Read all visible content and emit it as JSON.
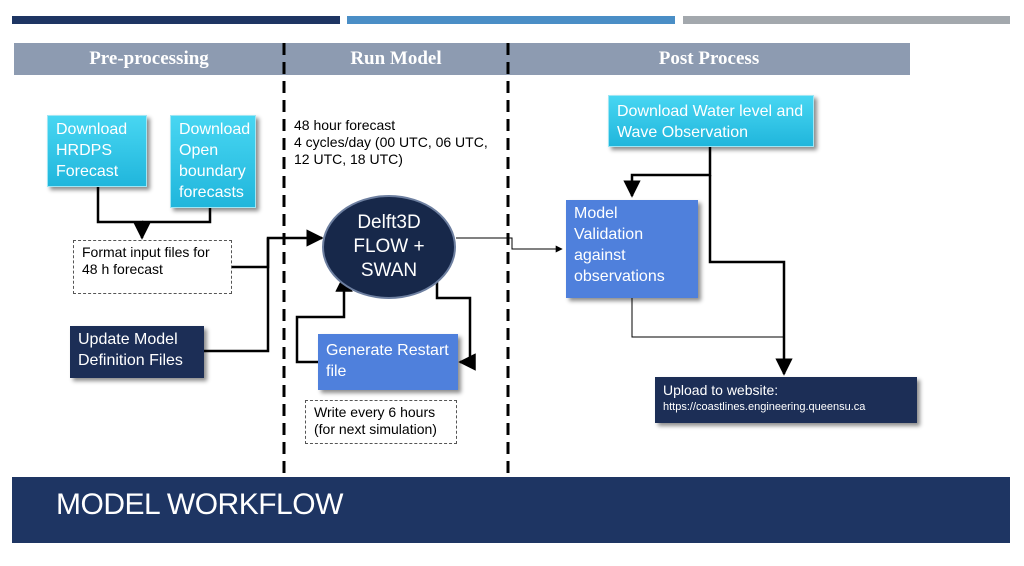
{
  "headers": {
    "pre": "Pre-processing",
    "run": "Run Model",
    "post": "Post Process"
  },
  "boxes": {
    "download_hrdps": "Download HRDPS Forecast",
    "download_open": "Download Open boundary forecasts",
    "format_input": "Format input files for 48 h forecast",
    "update_model": "Update Model Definition Files",
    "forecast_info_line1": "48 hour forecast",
    "forecast_info_line2": "4 cycles/day (00 UTC, 06 UTC,",
    "forecast_info_line3": "12 UTC, 18 UTC)",
    "delft_line1": "Delft3D",
    "delft_line2": "FLOW +",
    "delft_line3": "SWAN",
    "generate_restart": "Generate Restart file",
    "write_every": "Write every 6 hours (for next simulation)",
    "download_obs": "Download Water level and Wave Observation",
    "model_validation": "Model Validation against observations",
    "upload_title": "Upload to website:",
    "upload_url": "https://coastlines.engineering.queensu.ca"
  },
  "footer": {
    "title": "MODEL WORKFLOW"
  },
  "colors": {
    "accent_navy": "#1e3563",
    "accent_blue": "#4f80dc",
    "accent_cyan": "#20b6dc",
    "header_gray": "#8d9bb1"
  }
}
